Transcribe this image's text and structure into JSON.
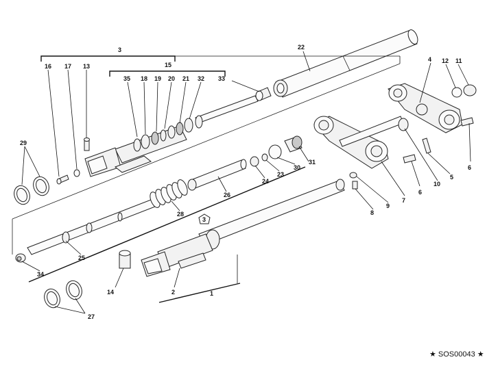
{
  "code": "★ SOS00043 ★",
  "callouts": {
    "c1": "1",
    "c2": "2",
    "c3": "3",
    "c3b": "3",
    "c4": "4",
    "c5": "5",
    "c6": "6",
    "c6b": "6",
    "c7": "7",
    "c8": "8",
    "c9": "9",
    "c10": "10",
    "c11": "11",
    "c12": "12",
    "c13": "13",
    "c14": "14",
    "c15": "15",
    "c16": "16",
    "c17": "17",
    "c18": "18",
    "c19": "19",
    "c20": "20",
    "c21": "21",
    "c22": "22",
    "c23": "23",
    "c24": "24",
    "c25": "25",
    "c26": "26",
    "c27": "27",
    "c28": "28",
    "c29": "29",
    "c30": "30",
    "c31": "31",
    "c32": "32",
    "c33": "33",
    "c34": "34",
    "c35": "35"
  }
}
